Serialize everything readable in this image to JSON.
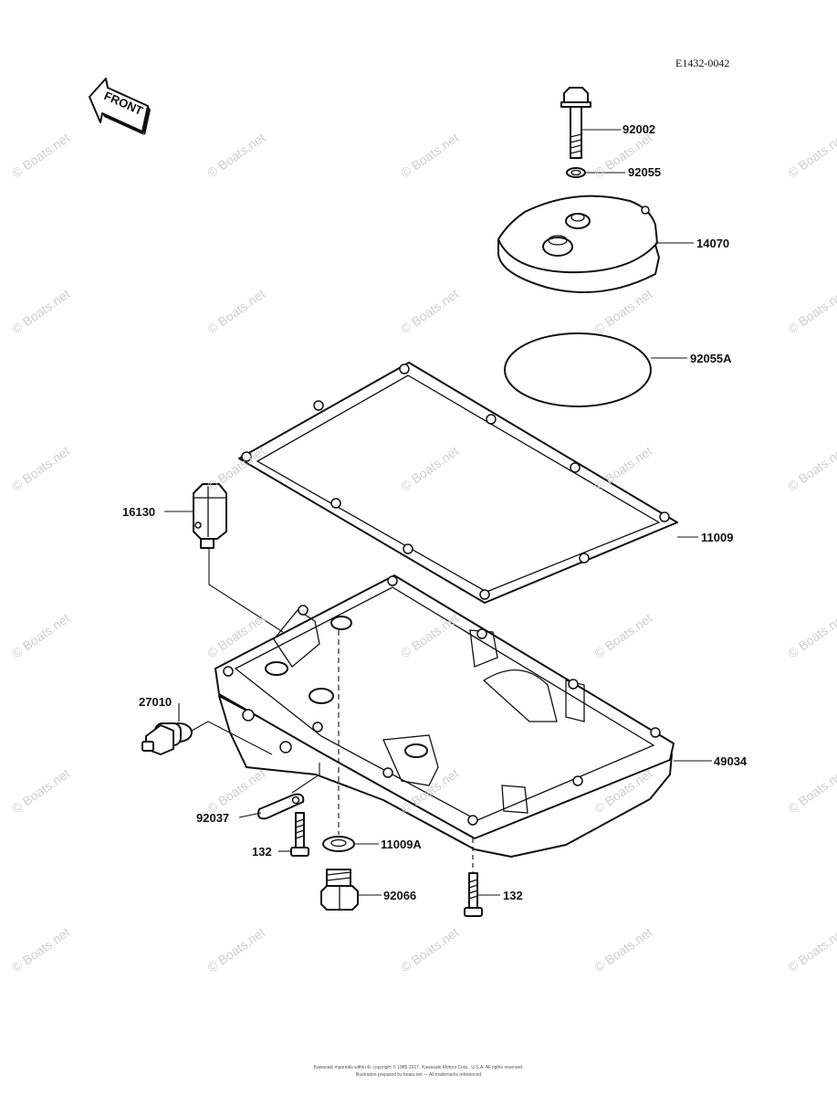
{
  "diagram_code": "E1432-0042",
  "front_label": "FRONT",
  "watermark": "© Boats.net",
  "callouts": {
    "bolt_top": "92002",
    "washer_top": "92055",
    "cover": "14070",
    "oring": "92055A",
    "gasket": "11009",
    "fitting": "16130",
    "switch": "27010",
    "oil_pan": "49034",
    "clamp": "92037",
    "bolt_left": "132",
    "washer_bottom": "11009A",
    "drain_plug": "92066",
    "bolt_right": "132"
  },
  "footer": {
    "line1": "Kawasaki materials within ill. copyright © 1985-2017, Kawasaki Motors Corp., U.S.A. All rights reserved.",
    "line2": "Illustration prepared by boats.net — All trademarks referenced"
  },
  "colors": {
    "ink": "#111111",
    "watermark": "#cfcfcf"
  }
}
